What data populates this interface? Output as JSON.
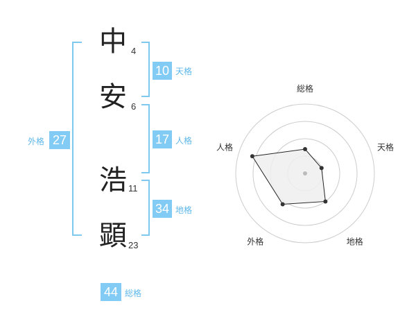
{
  "name": {
    "surname": [
      {
        "char": "中",
        "strokes": "4"
      },
      {
        "char": "安",
        "strokes": "6"
      }
    ],
    "given": [
      {
        "char": "浩",
        "strokes": "11"
      },
      {
        "char": "顕",
        "strokes": "23"
      }
    ]
  },
  "kaku": {
    "tenkaku": {
      "value": "10",
      "label": "天格"
    },
    "jinkaku": {
      "value": "17",
      "label": "人格"
    },
    "chikaku": {
      "value": "34",
      "label": "地格"
    },
    "gaikaku": {
      "value": "27",
      "label": "外格"
    },
    "soukaku": {
      "value": "44",
      "label": "総格"
    }
  },
  "chart_data": {
    "type": "radar",
    "axes": [
      "総格",
      "天格",
      "地格",
      "外格",
      "人格"
    ],
    "values": [
      0.35,
      0.25,
      0.5,
      0.55,
      0.8
    ],
    "range": [
      0,
      1
    ],
    "rings": 4,
    "colors": {
      "ring": "#cccccc",
      "fill": "#efefef",
      "line": "#222222",
      "point": "#333333",
      "center": "#bbbbbb"
    }
  },
  "colors": {
    "accent": "#82cbf5",
    "bracket": "#7fc8f0",
    "label": "#5fb8ea"
  }
}
